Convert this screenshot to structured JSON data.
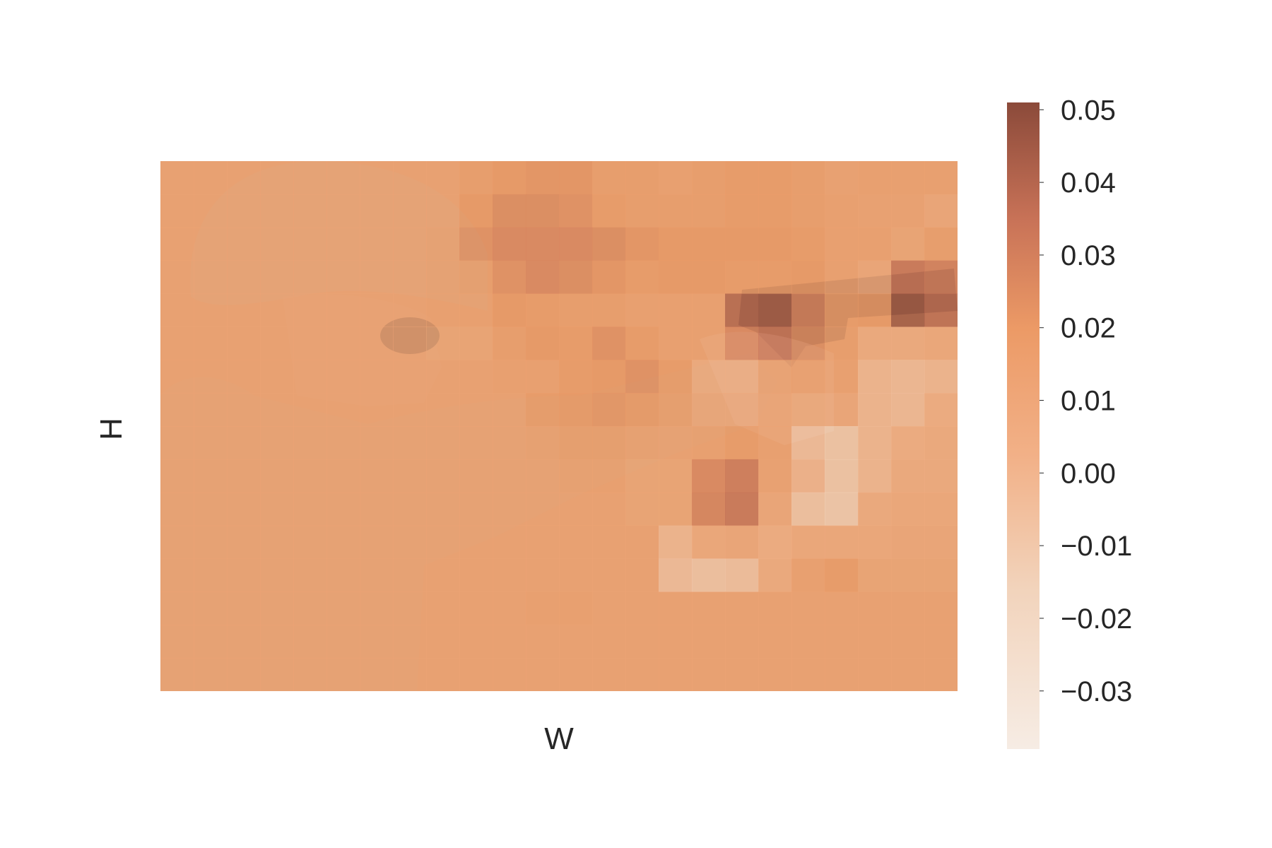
{
  "chart_data": {
    "type": "heatmap",
    "title": "",
    "xlabel": "W",
    "ylabel": "H",
    "colormap": "sequential light-peach to dark-brown",
    "colors": {
      "low": "#f6ece4",
      "mid": "#efa06a",
      "high": "#8b4a3a",
      "photo_tint": "#d49468"
    },
    "overlay_background": "photo of a soldier in camouflage uniform and helmet aiming a handgun",
    "show_axis_ticks": false,
    "grid": false,
    "colorbar": {
      "position": "right",
      "range": [
        -0.038,
        0.051
      ],
      "tick_values": [
        0.05,
        0.04,
        0.03,
        0.02,
        0.01,
        0.0,
        -0.01,
        -0.02,
        -0.03
      ],
      "tick_labels": [
        "0.05",
        "0.04",
        "0.03",
        "0.02",
        "0.01",
        "0.00",
        "−0.01",
        "−0.02",
        "−0.03"
      ]
    },
    "grid_shape": [
      16,
      24
    ],
    "values": [
      [
        0.012,
        0.012,
        0.012,
        0.012,
        0.012,
        0.012,
        0.012,
        0.012,
        0.012,
        0.016,
        0.02,
        0.022,
        0.022,
        0.016,
        0.016,
        0.014,
        0.016,
        0.018,
        0.018,
        0.016,
        0.012,
        0.014,
        0.014,
        0.014
      ],
      [
        0.012,
        0.012,
        0.012,
        0.012,
        0.012,
        0.012,
        0.012,
        0.012,
        0.012,
        0.02,
        0.026,
        0.026,
        0.024,
        0.018,
        0.016,
        0.016,
        0.016,
        0.018,
        0.018,
        0.016,
        0.014,
        0.012,
        0.012,
        0.008
      ],
      [
        0.012,
        0.012,
        0.012,
        0.012,
        0.012,
        0.012,
        0.012,
        0.012,
        0.014,
        0.024,
        0.028,
        0.028,
        0.028,
        0.026,
        0.022,
        0.02,
        0.02,
        0.02,
        0.02,
        0.018,
        0.014,
        0.014,
        0.01,
        0.016
      ],
      [
        0.012,
        0.012,
        0.012,
        0.012,
        0.012,
        0.012,
        0.012,
        0.012,
        0.014,
        0.016,
        0.024,
        0.028,
        0.026,
        0.022,
        0.018,
        0.02,
        0.02,
        0.018,
        0.018,
        0.02,
        0.014,
        0.008,
        0.036,
        0.032
      ],
      [
        0.012,
        0.012,
        0.012,
        0.012,
        0.012,
        0.012,
        0.012,
        0.012,
        0.014,
        0.014,
        0.02,
        0.018,
        0.016,
        0.016,
        0.014,
        0.014,
        0.014,
        0.042,
        0.046,
        0.03,
        0.018,
        0.02,
        0.048,
        0.04
      ],
      [
        0.012,
        0.012,
        0.012,
        0.012,
        0.012,
        0.012,
        0.012,
        0.012,
        0.01,
        0.01,
        0.016,
        0.02,
        0.018,
        0.024,
        0.018,
        0.014,
        0.014,
        0.028,
        0.034,
        0.026,
        0.016,
        0.004,
        0.004,
        0.006
      ],
      [
        0.012,
        0.012,
        0.012,
        0.012,
        0.012,
        0.012,
        0.012,
        0.012,
        0.012,
        0.012,
        0.014,
        0.014,
        0.018,
        0.02,
        0.024,
        0.018,
        0.004,
        0.004,
        0.016,
        0.018,
        0.014,
        -0.004,
        -0.006,
        -0.004
      ],
      [
        0.012,
        0.012,
        0.012,
        0.012,
        0.012,
        0.012,
        0.012,
        0.012,
        0.012,
        0.012,
        0.012,
        0.018,
        0.02,
        0.022,
        0.02,
        0.016,
        0.008,
        0.008,
        0.014,
        0.01,
        0.008,
        -0.004,
        -0.006,
        0.002
      ],
      [
        0.012,
        0.012,
        0.012,
        0.012,
        0.012,
        0.012,
        0.012,
        0.012,
        0.012,
        0.012,
        0.012,
        0.014,
        0.016,
        0.016,
        0.014,
        0.012,
        0.014,
        0.018,
        0.014,
        -0.008,
        -0.014,
        -0.004,
        0.002,
        0.004
      ],
      [
        0.012,
        0.012,
        0.012,
        0.012,
        0.012,
        0.012,
        0.012,
        0.012,
        0.012,
        0.012,
        0.012,
        0.012,
        0.014,
        0.014,
        0.01,
        0.01,
        0.028,
        0.034,
        0.012,
        -0.002,
        -0.014,
        -0.004,
        0.004,
        0.004
      ],
      [
        0.012,
        0.012,
        0.012,
        0.012,
        0.012,
        0.012,
        0.012,
        0.012,
        0.012,
        0.012,
        0.012,
        0.012,
        0.012,
        0.012,
        0.01,
        0.01,
        0.03,
        0.036,
        0.008,
        -0.012,
        -0.016,
        0.004,
        0.006,
        0.006
      ],
      [
        0.012,
        0.012,
        0.012,
        0.012,
        0.012,
        0.012,
        0.012,
        0.012,
        0.012,
        0.012,
        0.012,
        0.012,
        0.012,
        0.012,
        0.012,
        -0.004,
        0.006,
        0.008,
        0.002,
        0.006,
        0.006,
        0.006,
        0.008,
        0.008
      ],
      [
        0.012,
        0.012,
        0.012,
        0.012,
        0.012,
        0.012,
        0.012,
        0.012,
        0.012,
        0.012,
        0.012,
        0.012,
        0.012,
        0.012,
        0.012,
        -0.008,
        -0.012,
        -0.01,
        0.004,
        0.014,
        0.018,
        0.01,
        0.01,
        0.01
      ],
      [
        0.012,
        0.012,
        0.012,
        0.012,
        0.012,
        0.012,
        0.012,
        0.012,
        0.012,
        0.012,
        0.012,
        0.014,
        0.014,
        0.012,
        0.012,
        0.012,
        0.012,
        0.012,
        0.012,
        0.012,
        0.012,
        0.012,
        0.012,
        0.012
      ],
      [
        0.012,
        0.012,
        0.012,
        0.012,
        0.012,
        0.012,
        0.012,
        0.012,
        0.012,
        0.012,
        0.012,
        0.012,
        0.012,
        0.012,
        0.012,
        0.012,
        0.012,
        0.012,
        0.012,
        0.012,
        0.012,
        0.012,
        0.012,
        0.012
      ],
      [
        0.012,
        0.012,
        0.012,
        0.012,
        0.012,
        0.012,
        0.012,
        0.012,
        0.012,
        0.012,
        0.012,
        0.012,
        0.012,
        0.012,
        0.012,
        0.012,
        0.012,
        0.012,
        0.012,
        0.012,
        0.012,
        0.012,
        0.012,
        0.012
      ]
    ]
  }
}
